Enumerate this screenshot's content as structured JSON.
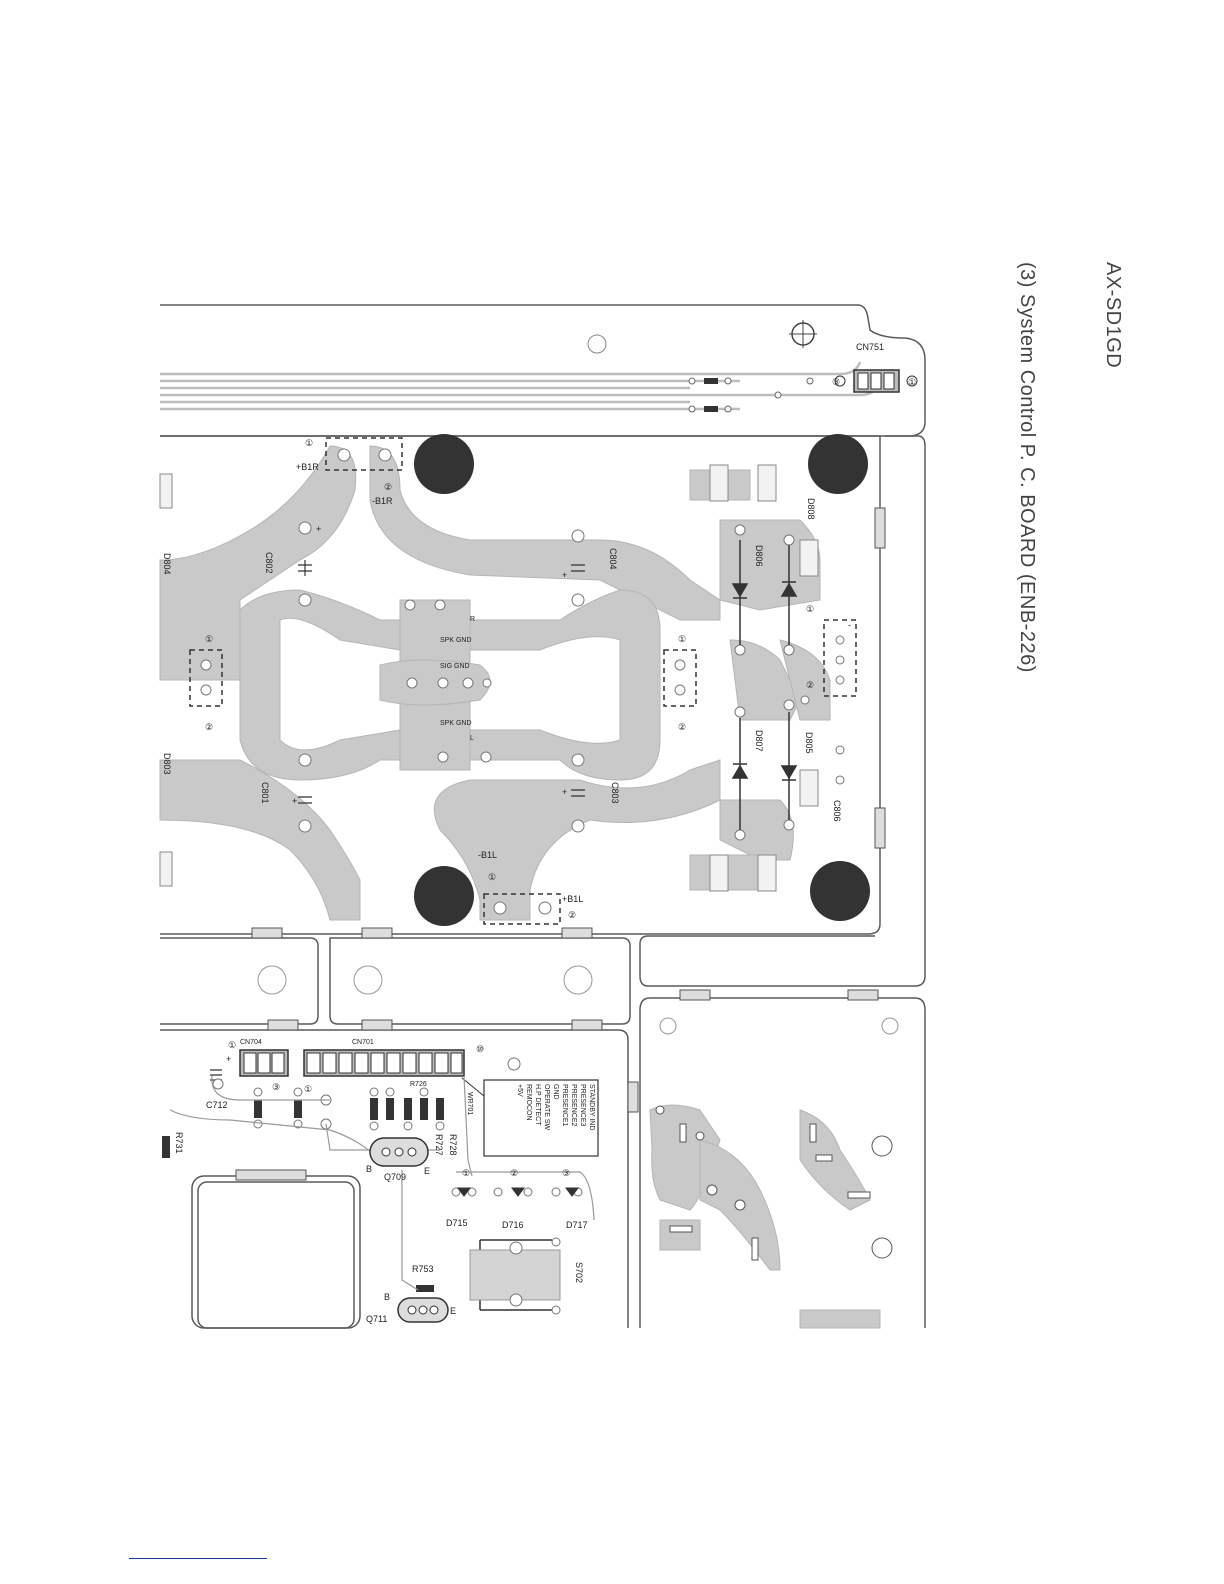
{
  "header": {
    "model": "AX-SD1GD",
    "board_title": "(3) System Control P. C. BOARD (ENB-226)"
  },
  "board": {
    "colors": {
      "copper": "#c9c9c9",
      "outline": "#5a5a5a",
      "pad": "#ffffff",
      "mount_hole": "#333333"
    },
    "labels": {
      "cn751": "CN751",
      "cn704": "CN704",
      "cn701": "CN701",
      "b1r_pos": "+B1R",
      "b1r_neg": "-B1R",
      "b1l_pos": "+B1L",
      "b1l_neg": "-B1L",
      "c802": "C802",
      "c804": "C804",
      "c801": "C801",
      "c803": "C803",
      "c806": "C806",
      "c712": "C712",
      "d804": "D804",
      "d803": "D803",
      "d806": "D806",
      "d807": "D807",
      "d808": "D808",
      "d805": "D805",
      "d715": "D715",
      "d716": "D716",
      "d717": "D717",
      "r": "R",
      "l": "L",
      "spk_gnd_r": "SPK GND",
      "sig_gnd": "SIG GND",
      "spk_gnd_l": "SPK GND",
      "r726": "R726",
      "r727": "R727",
      "r728": "R728",
      "r731": "R731",
      "r753": "R753",
      "q709": "Q709",
      "q711": "Q711",
      "s702": "S702",
      "wr701": "WR701",
      "b": "B",
      "e": "E",
      "b2": "B",
      "e2": "E",
      "plus": "+",
      "minus": "-",
      "signals": [
        "STANDBY IND",
        "PRESENCE3",
        "PRESENCE2",
        "PRESENCE1",
        "GND",
        "OPERATE SW",
        "H.P DETECT",
        "REMOCON",
        "+5V"
      ],
      "pin1": "①",
      "pin2": "②",
      "pin3": "③",
      "pin10": "⑩"
    }
  }
}
